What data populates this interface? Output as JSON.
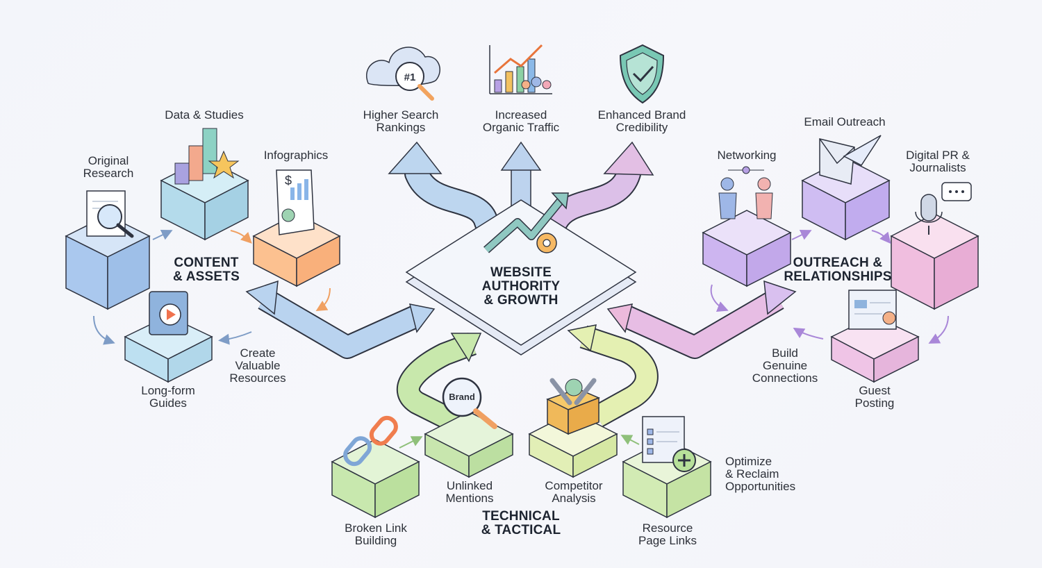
{
  "hub": {
    "title": "WEBSITE\nAUTHORITY\n& GROWTH"
  },
  "outcomes": [
    {
      "label": "Higher Search\nRankings",
      "icon": "search-cloud-icon"
    },
    {
      "label": "Increased\nOrganic Traffic",
      "icon": "growth-chart-icon"
    },
    {
      "label": "Enhanced Brand\nCredibility",
      "icon": "shield-check-icon"
    }
  ],
  "clusters": {
    "content": {
      "title": "CONTENT\n& ASSETS",
      "color": "#a9c6ea",
      "items": [
        {
          "label": "Original\nResearch",
          "icon": "magnifier-document-icon"
        },
        {
          "label": "Data & Studies",
          "icon": "bar-chart-star-icon"
        },
        {
          "label": "Infographics",
          "icon": "infographic-scroll-icon"
        },
        {
          "label": "Long-form\nGuides",
          "icon": "video-book-icon"
        }
      ],
      "cycle_label": "Create\nValuable\nResources"
    },
    "outreach": {
      "title": "OUTREACH &\nRELATIONSHIPS",
      "color": "#c9b3ee",
      "items": [
        {
          "label": "Networking",
          "icon": "handshake-icon"
        },
        {
          "label": "Email Outreach",
          "icon": "paper-plane-envelope-icon"
        },
        {
          "label": "Digital PR &\nJournalists",
          "icon": "microphone-icon"
        },
        {
          "label": "Guest\nPosting",
          "icon": "guest-post-icon"
        }
      ],
      "cycle_label": "Build\nGenuine\nConnections"
    },
    "technical": {
      "title": "TECHNICAL\n& TACTICAL",
      "color": "#c6e6b0",
      "items": [
        {
          "label": "Broken Link\nBuilding",
          "icon": "broken-link-icon"
        },
        {
          "label": "Unlinked\nMentions",
          "icon": "brand-magnifier-icon",
          "badge": "Brand"
        },
        {
          "label": "Competitor\nAnalysis",
          "icon": "toolbox-icon"
        },
        {
          "label": "Resource\nPage Links",
          "icon": "list-plus-icon"
        }
      ],
      "cycle_label": "Optimize\n& Reclaim\nOpportunities"
    }
  },
  "colors": {
    "content_box": "#b8d3f2",
    "data_box": "#b9e0ee",
    "infographic_box": "#fcc79a",
    "guide_box": "#bfe1f1",
    "networking_box": "#d8c5f4",
    "email_box": "#d4c4f4",
    "pr_box": "#f2bfe0",
    "guest_box": "#efc2e6",
    "tech_box": "#cdebb3",
    "competitor_box": "#e7f1b4",
    "hub_top": "#f2f5fb",
    "arrow_blue": "#b7d3ee",
    "arrow_green": "#c7e6a6",
    "arrow_pink": "#e9b7df"
  }
}
